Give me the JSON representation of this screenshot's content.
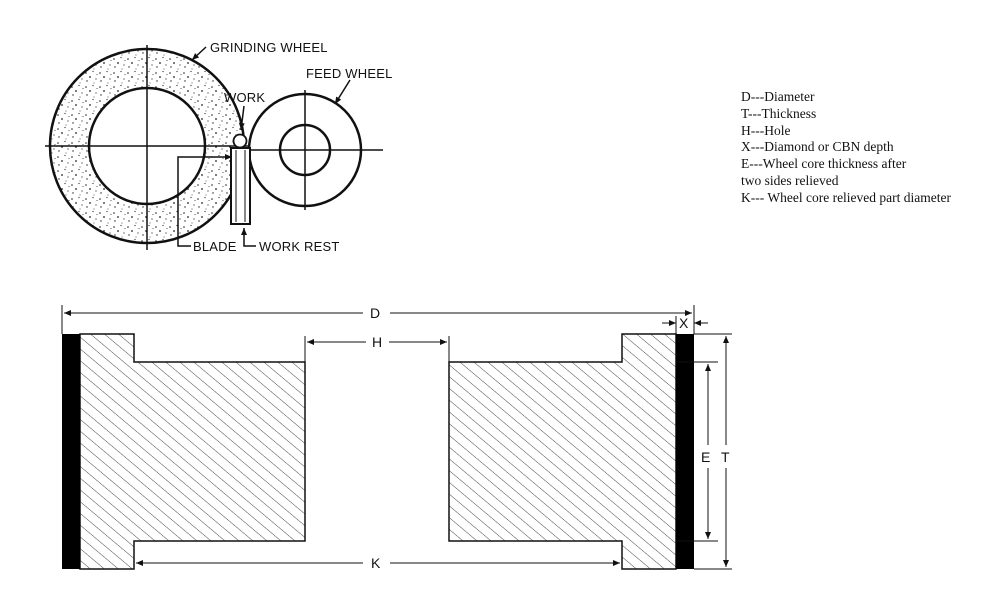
{
  "grinding_diagram": {
    "grinding_wheel": "GRINDING WHEEL",
    "feed_wheel": "FEED WHEEL",
    "work": "WORK",
    "blade": "BLADE",
    "work_rest": "WORK REST"
  },
  "dimensions": {
    "diameter": "D",
    "hole": "H",
    "depth": "X",
    "core_thickness": "E",
    "thickness": "T",
    "relieved_diameter": "K"
  },
  "legend": [
    "D---Diameter",
    "T---Thickness",
    "H---Hole",
    "X---Diamond or CBN depth",
    "E---Wheel core thickness after",
    "two sides relieved",
    "K--- Wheel core relieved part diameter"
  ],
  "colors": {
    "line": "#111111",
    "abrasive_layer": "#000000",
    "background": "#ffffff"
  }
}
